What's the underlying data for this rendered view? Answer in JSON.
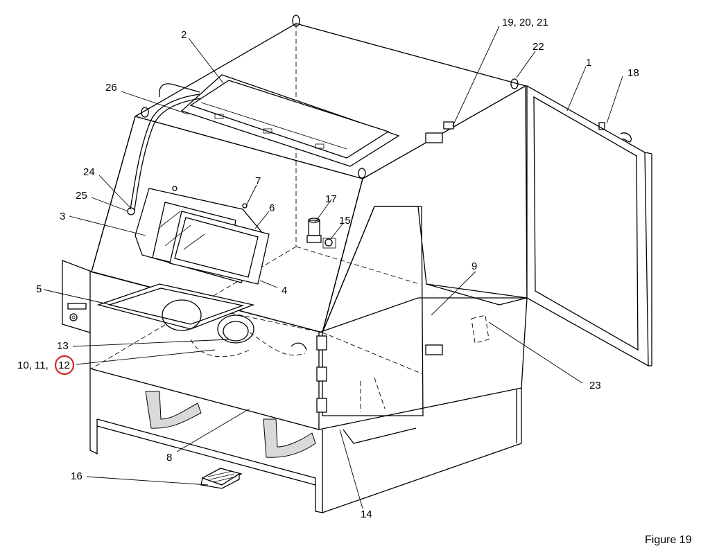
{
  "figure": {
    "caption": "Figure 19",
    "highlight_color": "#d62828",
    "callouts": {
      "c1": "1",
      "c2": "2",
      "c3": "3",
      "c4": "4",
      "c5": "5",
      "c6": "6",
      "c7": "7",
      "c8": "8",
      "c9": "9",
      "c10_11": "10, 11,",
      "c12": "12",
      "c13": "13",
      "c14": "14",
      "c15": "15",
      "c16": "16",
      "c17": "17",
      "c18": "18",
      "c19_21": "19, 20, 21",
      "c22": "22",
      "c23": "23",
      "c24": "24",
      "c25": "25",
      "c26": "26"
    }
  }
}
